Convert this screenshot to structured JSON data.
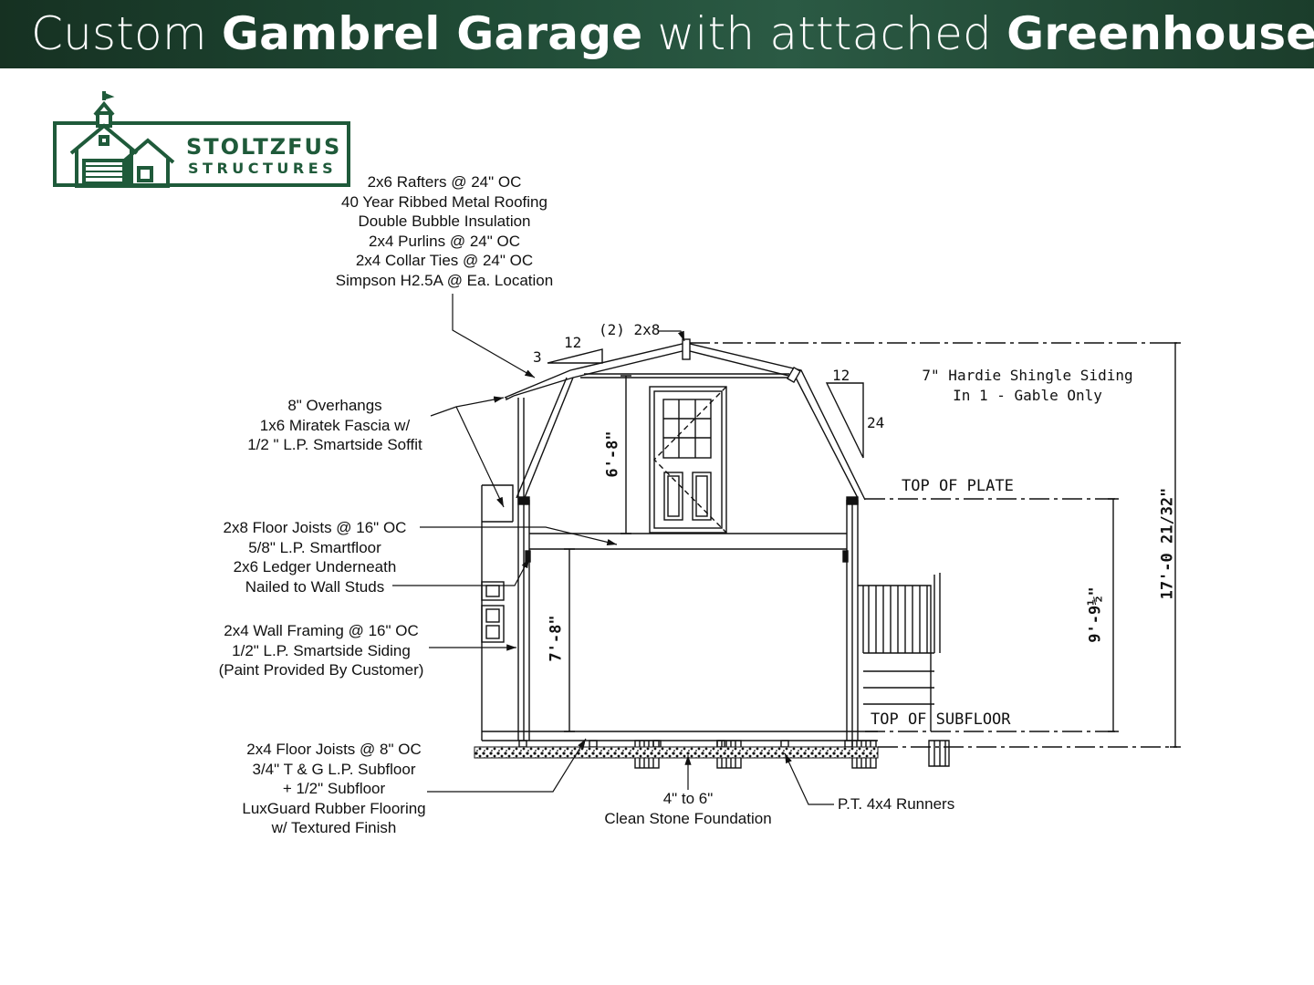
{
  "banner": {
    "title_parts": [
      "Custom ",
      "Gambrel Garage",
      " with atttached ",
      "Greenhouse"
    ]
  },
  "logo": {
    "line1": "STOLTZFUS",
    "line2": "STRUCTURES"
  },
  "notes": {
    "roof": [
      "2x6 Rafters @ 24\" OC",
      "40 Year Ribbed Metal Roofing",
      "Double Bubble Insulation",
      "2x4 Purlins @ 24\" OC",
      "2x4 Collar Ties @ 24\" OC",
      "Simpson H2.5A @ Ea. Location"
    ],
    "overhang": [
      "8\" Overhangs",
      "1x6 Miratek Fascia w/",
      "1/2 \" L.P. Smartside Soffit"
    ],
    "floor_joists": [
      "2x8 Floor Joists @ 16\" OC",
      "5/8\" L.P. Smartfloor",
      "2x6 Ledger Underneath",
      "Nailed to Wall Studs"
    ],
    "wall": [
      "2x4 Wall Framing @ 16\" OC",
      "1/2\" L.P. Smartside Siding",
      "(Paint Provided By Customer)"
    ],
    "subfloor": [
      "2x4 Floor Joists @ 8\" OC",
      "3/4\" T & G L.P. Subfloor",
      "+ 1/2\" Subfloor",
      "LuxGuard Rubber Flooring",
      "w/ Textured Finish"
    ],
    "foundation": [
      "4\" to 6\"",
      "Clean Stone Foundation"
    ],
    "runners": [
      "P.T. 4x4 Runners"
    ]
  },
  "hand_labels": {
    "ridge": "(2) 2x8",
    "pitch_upper_run": "12",
    "pitch_upper_rise": "3",
    "pitch_lower_run": "12",
    "pitch_lower_rise": "24",
    "siding": [
      "7\" Hardie Shingle Siding",
      "In 1 - Gable Only"
    ],
    "top_of_plate": "TOP OF PLATE",
    "top_of_subfloor": "TOP OF SUBFLOOR"
  },
  "dimensions": {
    "loft_height": "6'-8\"",
    "first_floor_height": "7'-8\"",
    "wall_height": "9'-9½\"",
    "total_height": "17'-0 21/32\""
  },
  "colors": {
    "banner_dark": "#163122",
    "banner_mid": "#2b5a44",
    "brand_green": "#1f5a3a",
    "line": "#111111"
  }
}
